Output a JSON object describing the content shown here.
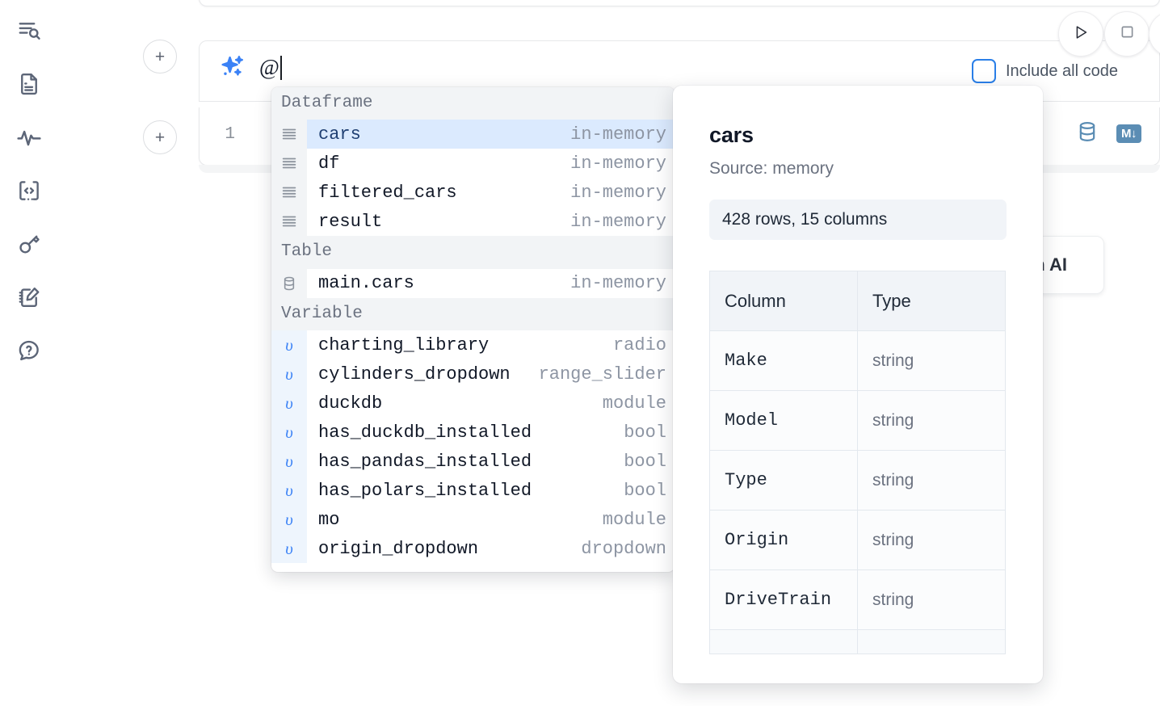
{
  "sidebar": {
    "items": [
      {
        "name": "explore-search-icon",
        "icon": "search-lines-icon"
      },
      {
        "name": "document-icon",
        "icon": "document-icon"
      },
      {
        "name": "activity-icon",
        "icon": "activity-pulse-icon"
      },
      {
        "name": "snippets-icon",
        "icon": "code-brackets-icon"
      },
      {
        "name": "secrets-icon",
        "icon": "key-icon"
      },
      {
        "name": "scratchpad-icon",
        "icon": "notebook-pencil-icon"
      },
      {
        "name": "help-icon",
        "icon": "chat-question-icon"
      }
    ]
  },
  "toolbar": {
    "add_cell_label": "+",
    "run_label": "run-icon",
    "stop_label": "stop-icon",
    "include_all_code_label": "Include all code",
    "include_all_code_checked": false,
    "database_icon": "database-icon",
    "markdown_badge": "M↓"
  },
  "ai_prompt": {
    "value": "@",
    "icon": "sparkle-icon"
  },
  "code_cell": {
    "line_number": "1"
  },
  "ai_chip": {
    "label": "h AI"
  },
  "autocomplete": {
    "groups": [
      {
        "label": "Dataframe",
        "items": [
          {
            "name": "cars",
            "type": "in-memory",
            "icon": "dataframe-icon",
            "selected": true
          },
          {
            "name": "df",
            "type": "in-memory",
            "icon": "dataframe-icon",
            "selected": false
          },
          {
            "name": "filtered_cars",
            "type": "in-memory",
            "icon": "dataframe-icon",
            "selected": false
          },
          {
            "name": "result",
            "type": "in-memory",
            "icon": "dataframe-icon",
            "selected": false
          }
        ]
      },
      {
        "label": "Table",
        "items": [
          {
            "name": "main.cars",
            "type": "in-memory",
            "icon": "table-icon",
            "selected": false
          }
        ]
      },
      {
        "label": "Variable",
        "items": [
          {
            "name": "charting_library",
            "type": "radio",
            "icon": "variable-icon",
            "selected": false
          },
          {
            "name": "cylinders_dropdown",
            "type": "range_slider",
            "icon": "variable-icon",
            "selected": false
          },
          {
            "name": "duckdb",
            "type": "module",
            "icon": "variable-icon",
            "selected": false
          },
          {
            "name": "has_duckdb_installed",
            "type": "bool",
            "icon": "variable-icon",
            "selected": false
          },
          {
            "name": "has_pandas_installed",
            "type": "bool",
            "icon": "variable-icon",
            "selected": false
          },
          {
            "name": "has_polars_installed",
            "type": "bool",
            "icon": "variable-icon",
            "selected": false
          },
          {
            "name": "mo",
            "type": "module",
            "icon": "variable-icon",
            "selected": false
          },
          {
            "name": "origin_dropdown",
            "type": "dropdown",
            "icon": "variable-icon",
            "selected": false
          }
        ]
      }
    ]
  },
  "detail": {
    "title": "cars",
    "source": "Source: memory",
    "shape": "428 rows, 15 columns",
    "table": {
      "headers": [
        "Column",
        "Type"
      ],
      "rows": [
        {
          "column": "Make",
          "type": "string"
        },
        {
          "column": "Model",
          "type": "string"
        },
        {
          "column": "Type",
          "type": "string"
        },
        {
          "column": "Origin",
          "type": "string"
        },
        {
          "column": "DriveTrain",
          "type": "string"
        }
      ]
    }
  },
  "colors": {
    "accent": "#2a7fe8",
    "selection": "#dbeafe",
    "group_header_bg": "#f2f4f6",
    "db_icon": "#5b8db4"
  }
}
